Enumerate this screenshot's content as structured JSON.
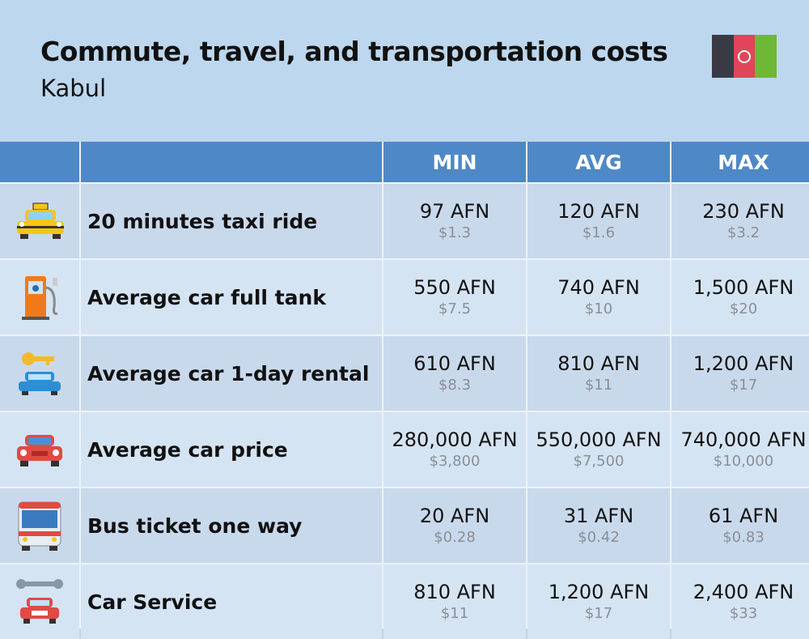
{
  "header": {
    "title": "Commute, travel, and transportation costs",
    "city": "Kabul"
  },
  "flag_colors": [
    "#3a3a44",
    "#e0455a",
    "#6fb836"
  ],
  "columns": [
    "MIN",
    "AVG",
    "MAX"
  ],
  "rows": [
    {
      "icon": "taxi-icon",
      "label": "20 minutes taxi ride",
      "min": {
        "afn": "97 AFN",
        "usd": "$1.3"
      },
      "avg": {
        "afn": "120 AFN",
        "usd": "$1.6"
      },
      "max": {
        "afn": "230 AFN",
        "usd": "$3.2"
      }
    },
    {
      "icon": "fuel-pump-icon",
      "label": "Average car full tank",
      "min": {
        "afn": "550 AFN",
        "usd": "$7.5"
      },
      "avg": {
        "afn": "740 AFN",
        "usd": "$10"
      },
      "max": {
        "afn": "1,500 AFN",
        "usd": "$20"
      }
    },
    {
      "icon": "car-key-icon",
      "label": "Average car 1-day rental",
      "min": {
        "afn": "610 AFN",
        "usd": "$8.3"
      },
      "avg": {
        "afn": "810 AFN",
        "usd": "$11"
      },
      "max": {
        "afn": "1,200 AFN",
        "usd": "$17"
      }
    },
    {
      "icon": "car-icon",
      "label": "Average car price",
      "min": {
        "afn": "280,000 AFN",
        "usd": "$3,800"
      },
      "avg": {
        "afn": "550,000 AFN",
        "usd": "$7,500"
      },
      "max": {
        "afn": "740,000 AFN",
        "usd": "$10,000"
      }
    },
    {
      "icon": "bus-icon",
      "label": "Bus ticket one way",
      "min": {
        "afn": "20 AFN",
        "usd": "$0.28"
      },
      "avg": {
        "afn": "31 AFN",
        "usd": "$0.42"
      },
      "max": {
        "afn": "61 AFN",
        "usd": "$0.83"
      }
    },
    {
      "icon": "car-service-icon",
      "label": "Car Service",
      "min": {
        "afn": "810 AFN",
        "usd": "$11"
      },
      "avg": {
        "afn": "1,200 AFN",
        "usd": "$17"
      },
      "max": {
        "afn": "2,400 AFN",
        "usd": "$33"
      }
    }
  ]
}
